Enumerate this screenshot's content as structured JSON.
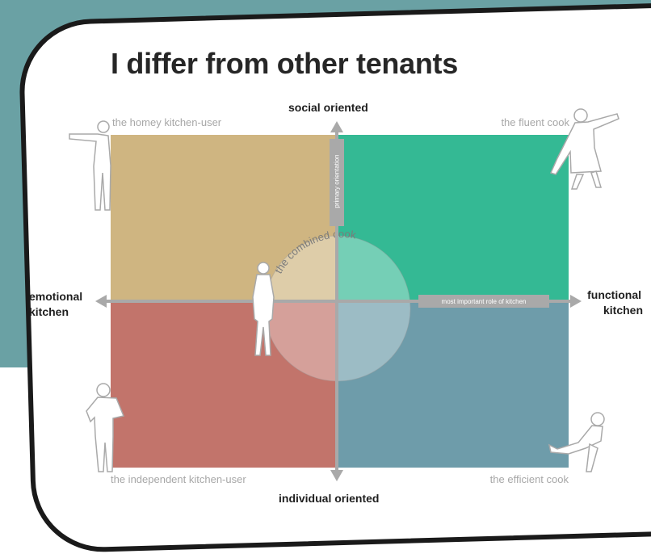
{
  "title": "I differ from other tenants",
  "axes": {
    "top": "social oriented",
    "bottom": "individual oriented",
    "left_line1": "emotional",
    "left_line2": "kitchen",
    "right_line1": "functional",
    "right_line2": "kitchen",
    "vertical_bar": "primary orientation",
    "horizontal_bar": "most important role of kitchen"
  },
  "quadrants": {
    "top_left": {
      "label": "the homey kitchen-user",
      "color": "#cfb581"
    },
    "top_right": {
      "label": "the fluent cook",
      "color": "#34b994"
    },
    "bottom_left": {
      "label": "the independent kitchen-user",
      "color": "#c2746b"
    },
    "bottom_right": {
      "label": "the efficient cook",
      "color": "#6e9caa"
    }
  },
  "center": {
    "label": "the combined cook"
  },
  "colors": {
    "frame_background": "#6aa1a4",
    "axis": "#a9a9a9",
    "figure_outline": "#a9a9a9"
  },
  "icons": [
    "person-pointing-icon",
    "person-dancing-icon",
    "person-hands-on-hips-icon",
    "person-kicking-icon",
    "person-standing-icon"
  ]
}
